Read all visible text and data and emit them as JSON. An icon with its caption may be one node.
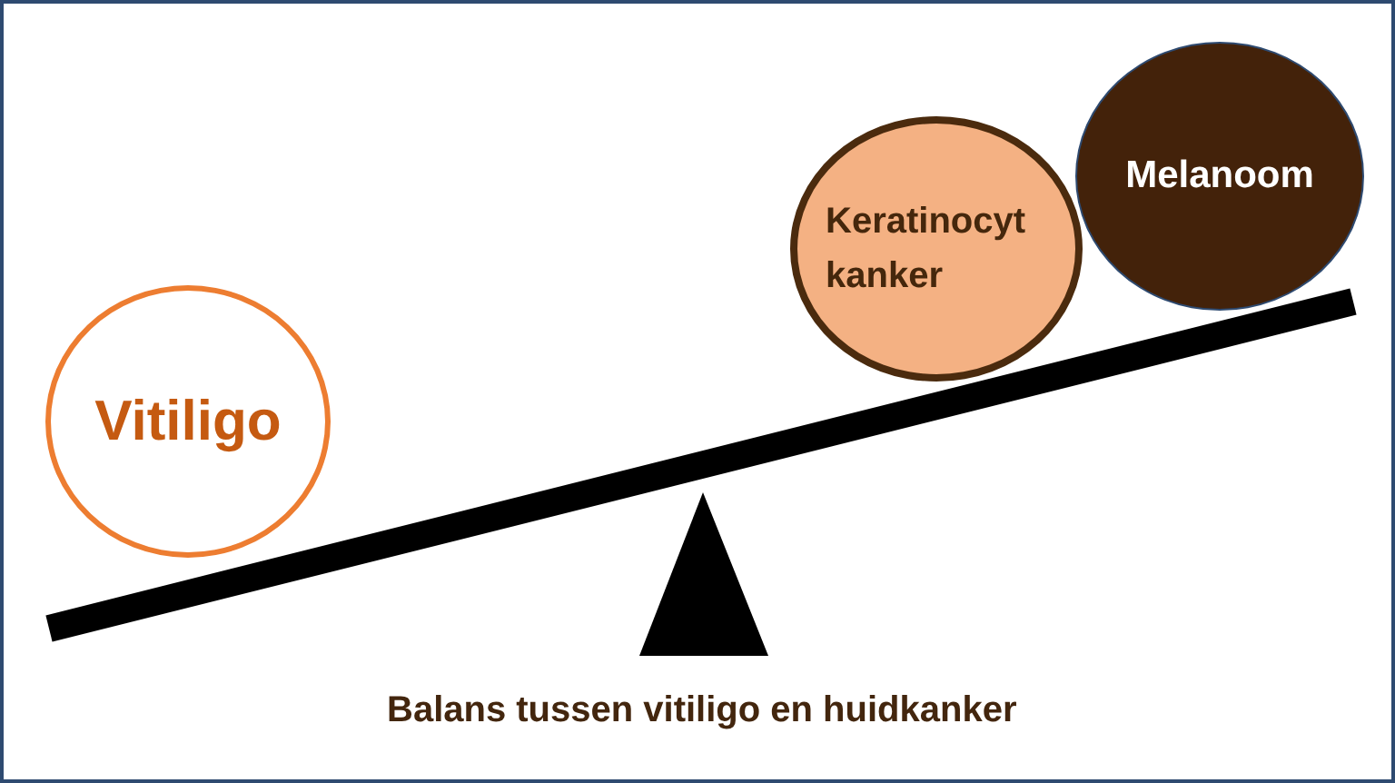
{
  "diagram": {
    "caption": "Balans tussen vitiligo en huidkanker",
    "nodes": [
      {
        "text": [
          "Vitiligo"
        ]
      },
      {
        "text": [
          "Keratinocyt kanker"
        ]
      },
      {
        "text": [
          "Melanoom"
        ]
      }
    ]
  }
}
